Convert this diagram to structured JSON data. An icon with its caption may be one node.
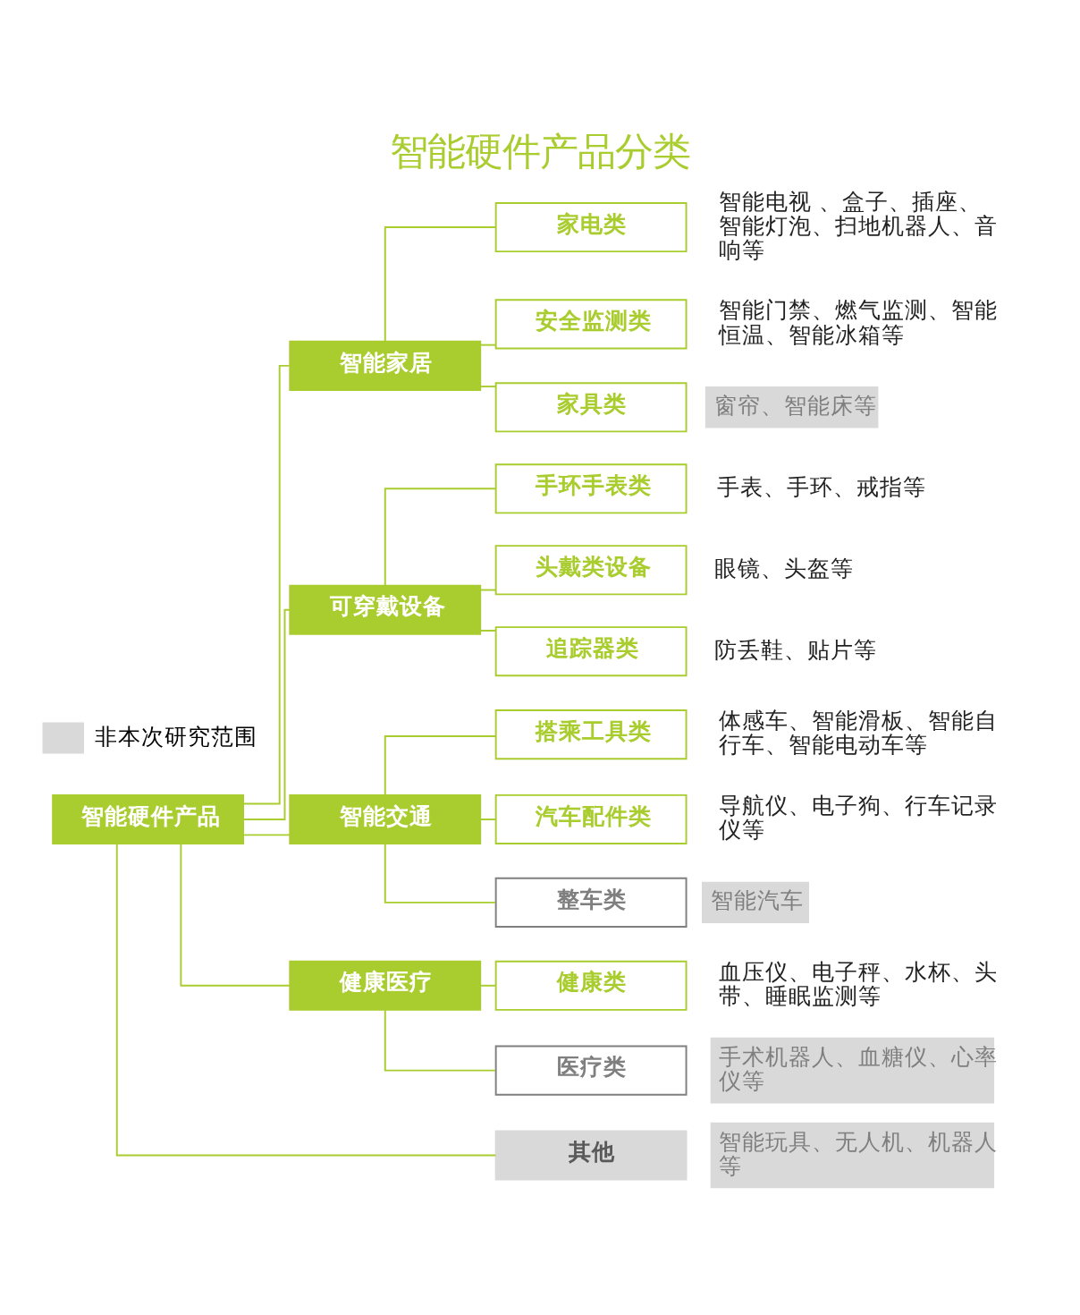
{
  "diagram": {
    "title": "智能硬件产品分类",
    "nodes": [
      {
        "text": [
          "智能硬件产品"
        ]
      },
      {
        "text": [
          "智能家居"
        ]
      },
      {
        "text": [
          "家电类"
        ],
        "beside": [
          "智能电视 、盒子、插座、智能灯泡、扫地机器人、音响等"
        ]
      },
      {
        "text": [
          "安全监测类"
        ],
        "beside": [
          "智能门禁、燃气监测、智能恒温、智能冰箱等"
        ]
      },
      {
        "text": [
          "家具类"
        ],
        "beside": [
          "窗帘、智能床等"
        ]
      },
      {
        "text": [
          "可穿戴设备"
        ]
      },
      {
        "text": [
          "手环手表类"
        ],
        "beside": [
          "手表、手环、戒指等"
        ]
      },
      {
        "text": [
          "头戴类设备"
        ],
        "beside": [
          "眼镜、头盔等"
        ]
      },
      {
        "text": [
          "追踪器类"
        ],
        "beside": [
          "防丢鞋、贴片等"
        ]
      },
      {
        "text": [
          "智能交通"
        ]
      },
      {
        "text": [
          "搭乘工具类"
        ],
        "beside": [
          "体感车、智能滑板、智能自行车、智能电动车等"
        ]
      },
      {
        "text": [
          "汽车配件类"
        ],
        "beside": [
          "导航仪、电子狗、行车记录仪等"
        ]
      },
      {
        "text": [
          "整车类"
        ],
        "beside": [
          "智能汽车"
        ]
      },
      {
        "text": [
          "健康医疗"
        ]
      },
      {
        "text": [
          "健康类"
        ],
        "beside": [
          "血压仪、电子秤、水杯、头带、睡眠监测等"
        ]
      },
      {
        "text": [
          "医疗类"
        ],
        "beside": [
          "手术机器人、血糖仪、心率仪等"
        ]
      },
      {
        "text": [
          "其他"
        ],
        "beside": [
          "智能玩具、无人机、机器人等"
        ]
      }
    ],
    "edges": [
      {
        "from": 0,
        "to": 1,
        "arrow": "none"
      },
      {
        "from": 1,
        "to": 2,
        "arrow": "none"
      },
      {
        "from": 1,
        "to": 3,
        "arrow": "none"
      },
      {
        "from": 1,
        "to": 4,
        "arrow": "none"
      },
      {
        "from": 0,
        "to": 5,
        "arrow": "none"
      },
      {
        "from": 5,
        "to": 6,
        "arrow": "none"
      },
      {
        "from": 5,
        "to": 7,
        "arrow": "none"
      },
      {
        "from": 5,
        "to": 8,
        "arrow": "none"
      },
      {
        "from": 0,
        "to": 9,
        "arrow": "none"
      },
      {
        "from": 9,
        "to": 10,
        "arrow": "none"
      },
      {
        "from": 9,
        "to": 11,
        "arrow": "none"
      },
      {
        "from": 9,
        "to": 12,
        "arrow": "none"
      },
      {
        "from": 0,
        "to": 13,
        "arrow": "none"
      },
      {
        "from": 13,
        "to": 14,
        "arrow": "none"
      },
      {
        "from": 13,
        "to": 15,
        "arrow": "none"
      },
      {
        "from": 0,
        "to": 16,
        "arrow": "none"
      }
    ],
    "legend": [
      {
        "text": "非本次研究范围",
        "color": "#d9d9d9"
      }
    ]
  }
}
